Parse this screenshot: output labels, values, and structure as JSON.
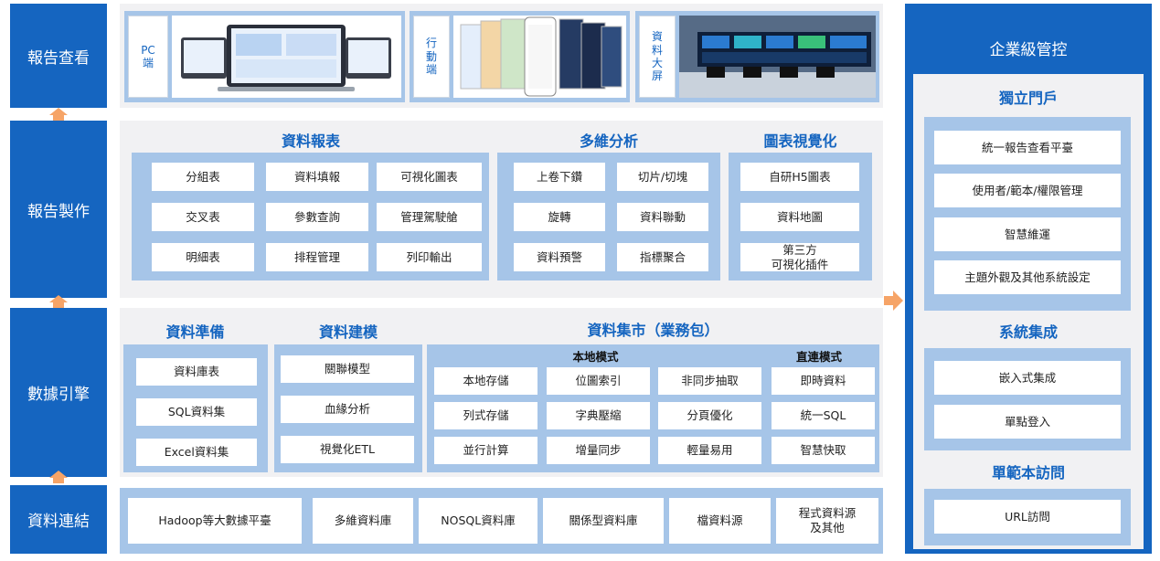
{
  "layers": {
    "report_view": "報告查看",
    "report_make": "報告製作",
    "data_engine": "數據引擎",
    "data_connect": "資料連結"
  },
  "view": {
    "pc": "PC\n端",
    "mobile": "行\n動\n端",
    "bigscreen": "資\n料\n大\n屏"
  },
  "report": {
    "title": "資料報表",
    "items": [
      "分組表",
      "資料填報",
      "可視化圖表",
      "交叉表",
      "參數查詢",
      "管理駕駛艙",
      "明細表",
      "排程管理",
      "列印輸出"
    ]
  },
  "multi": {
    "title": "多維分析",
    "items": [
      "上卷下鑽",
      "切片/切塊",
      "旋轉",
      "資料聯動",
      "資料預警",
      "指標聚合"
    ]
  },
  "chartvis": {
    "title": "圖表視覺化",
    "items": [
      "自研H5圖表",
      "資料地圖",
      "第三方\n可視化插件"
    ]
  },
  "prep": {
    "title": "資料準備",
    "items": [
      "資料庫表",
      "SQL資料集",
      "Excel資料集"
    ]
  },
  "model": {
    "title": "資料建模",
    "items": [
      "關聯模型",
      "血緣分析",
      "視覺化ETL"
    ]
  },
  "mart": {
    "title": "資料集市（業務包）",
    "local_mode": "本地模式",
    "direct_mode": "直連模式",
    "local_items": [
      "本地存儲",
      "位圖索引",
      "非同步抽取",
      "列式存儲",
      "字典壓縮",
      "分頁優化",
      "並行計算",
      "增量同步",
      "輕量易用"
    ],
    "direct_items": [
      "即時資料",
      "統一SQL",
      "智慧快取"
    ]
  },
  "connect": {
    "items": [
      "Hadoop等大數據平臺",
      "多維資料庫",
      "NOSQL資料庫",
      "關係型資料庫",
      "檔資料源",
      "程式資料源\n及其他"
    ]
  },
  "enterprise": {
    "title": "企業級管控",
    "portal_title": "獨立門戶",
    "portal_items": [
      "統一報告查看平臺",
      "使用者/範本/權限管理",
      "智慧維運",
      "主題外觀及其他系統設定"
    ],
    "integration_title": "系統集成",
    "integration_items": [
      "嵌入式集成",
      "單點登入"
    ],
    "single_title": "單範本訪問",
    "single_items": [
      "URL訪問"
    ]
  },
  "colors": {
    "primary": "#1565c0",
    "light": "#a6c5e8",
    "panel": "#f1f1f3",
    "arrow": "#f6a467"
  }
}
